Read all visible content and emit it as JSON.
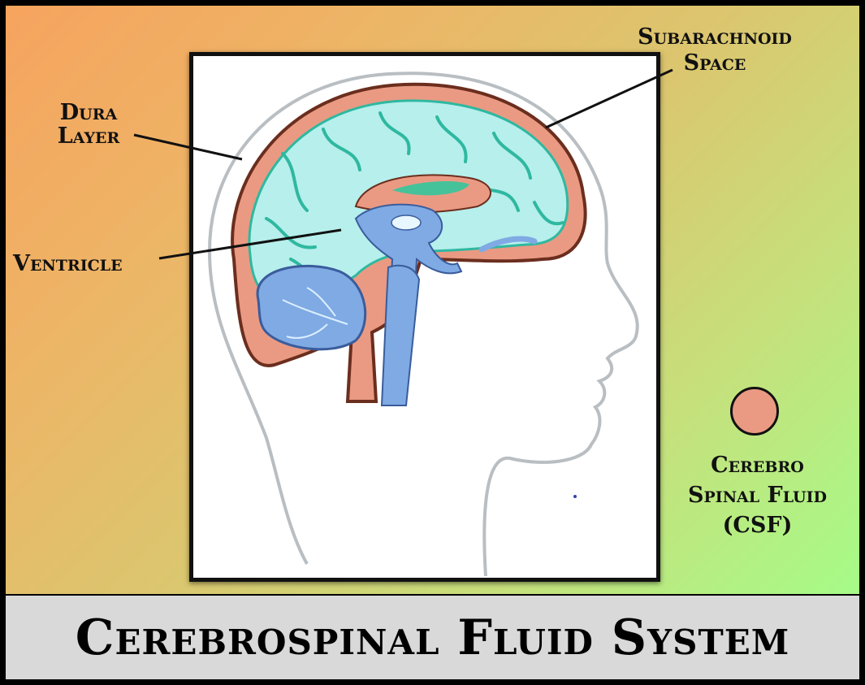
{
  "title": "Cerebrospinal Fluid System",
  "labels": {
    "dura": [
      "Dura",
      "Layer"
    ],
    "subarachnoid": [
      "Subarachnoid",
      "Space"
    ],
    "ventricle": "Ventricle",
    "csf": [
      "Cerebro",
      "Spinal Fluid",
      "(CSF)"
    ]
  },
  "colors": {
    "csf": "#ea9a83",
    "brain": "#b6efec",
    "ventricle": "#7faae4",
    "gyri_lines": "#2fb8a0",
    "corpus": "#46c29a",
    "gradient_start": "#f6a35e",
    "gradient_end": "#a6fb88",
    "footer_bg": "#d9d9d9"
  }
}
